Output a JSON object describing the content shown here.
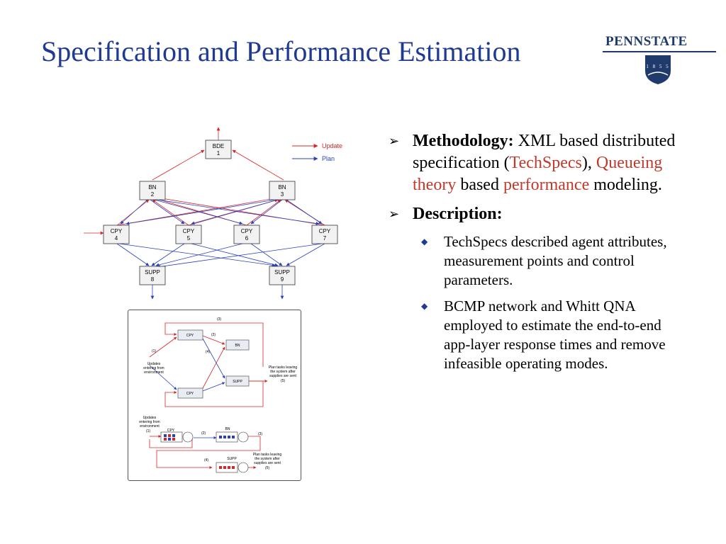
{
  "title": "Specification and Performance Estimation",
  "logo": {
    "name": "PENNSTATE",
    "year": "1 8 5 5"
  },
  "diagram_top": {
    "legend": {
      "update": "Update",
      "plan": "Plan"
    },
    "nodes": {
      "bde1": [
        "BDE",
        "1"
      ],
      "bn2": [
        "BN",
        "2"
      ],
      "bn3": [
        "BN",
        "3"
      ],
      "cpy4": [
        "CPY",
        "4"
      ],
      "cpy5": [
        "CPY",
        "5"
      ],
      "cpy6": [
        "CPY",
        "6"
      ],
      "cpy7": [
        "CPY",
        "7"
      ],
      "supp8": [
        "SUPP",
        "8"
      ],
      "supp9": [
        "SUPP",
        "9"
      ]
    }
  },
  "diagram_bottom": {
    "top": {
      "cpy_a": "CPY",
      "cpy_b": "CPY",
      "bn": "BN",
      "supp": "SUPP",
      "l1": "(1)",
      "l2": "(2)",
      "l3": "(3)",
      "l4": "(4)",
      "l5": "(5)",
      "updates_label": [
        "Updates",
        "entering from",
        "environment"
      ],
      "plan_label": [
        "Plan tasks leaving",
        "the system after",
        "supplies are sent"
      ]
    },
    "bottom": {
      "updates_label": [
        "Updates",
        "entering from",
        "environment"
      ],
      "l1": "(1)",
      "l2": "(2)",
      "l3": "(3)",
      "l4": "(4)",
      "l5": "(5)",
      "cpy": "CPY",
      "bn": "BN",
      "supp": "SUPP",
      "plan_label": [
        "Plan tasks leaving",
        "the system after",
        "supplies are sent"
      ]
    }
  },
  "content": {
    "methodology": {
      "label": "Methodology:",
      "t1": " XML based distributed specification (",
      "techspecs": "TechSpecs",
      "t2": "), ",
      "queueing": "Queueing theory",
      "t3": " based ",
      "performance": "performance",
      "t4": " modeling."
    },
    "description": {
      "label": "Description:",
      "items": [
        "TechSpecs  described agent attributes, measurement points and control parameters.",
        "BCMP network and Whitt QNA employed to estimate the end-to-end app-layer response times and remove infeasible operating modes."
      ]
    }
  },
  "colors": {
    "title": "#1f3a93",
    "accent_red": "#c0392b",
    "update_red": "#d62728",
    "plan_blue": "#2a3fbf"
  }
}
